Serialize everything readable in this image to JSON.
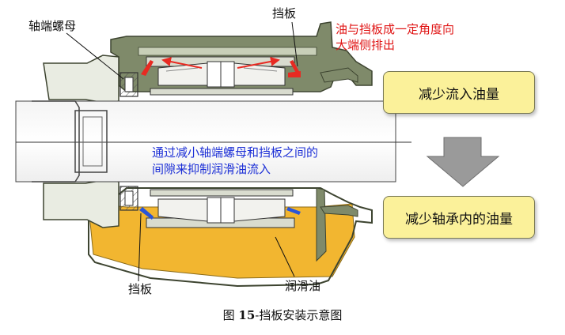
{
  "labels": {
    "nut": "轴端螺母",
    "baffle_top": "挡板",
    "baffle_bottom": "挡板",
    "oil": "润滑油"
  },
  "notes": {
    "red_line1": "油与挡板成一定角度向",
    "red_line2": "大端侧排出",
    "blue_line1": "通过减小轴端螺母和挡板之间的",
    "blue_line2": "间隙来抑制润滑油流入"
  },
  "boxes": {
    "top": "减少流入油量",
    "bottom": "减少轴承内的油量"
  },
  "caption": {
    "prefix": "图",
    "number": "15",
    "text": "-挡板安装示意图"
  },
  "colors": {
    "housing": "#7f8a6a",
    "oil": "#f2b630",
    "arrow_red": "#e82a22",
    "seal_blue": "#2a55d8",
    "box_fill": "#fbf19a",
    "process_arrow": "#9a9a9a"
  }
}
